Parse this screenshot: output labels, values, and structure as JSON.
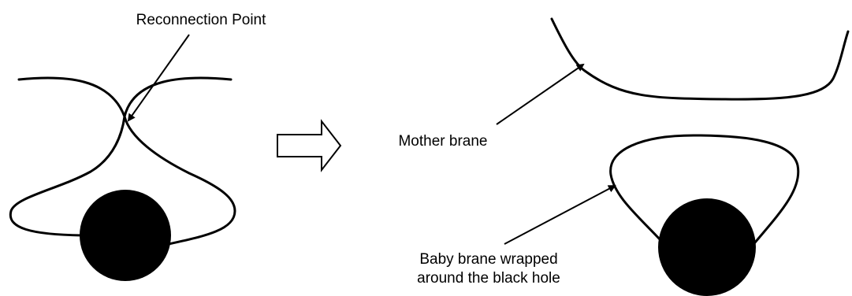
{
  "labels": {
    "reconnection_point": "Reconnection Point",
    "mother_brane": "Mother brane",
    "baby_brane_line1": "Baby brane wrapped",
    "baby_brane_line2": "around the black hole"
  },
  "colors": {
    "stroke": "#000000",
    "black_hole_fill": "#000000",
    "background": "#ffffff"
  }
}
